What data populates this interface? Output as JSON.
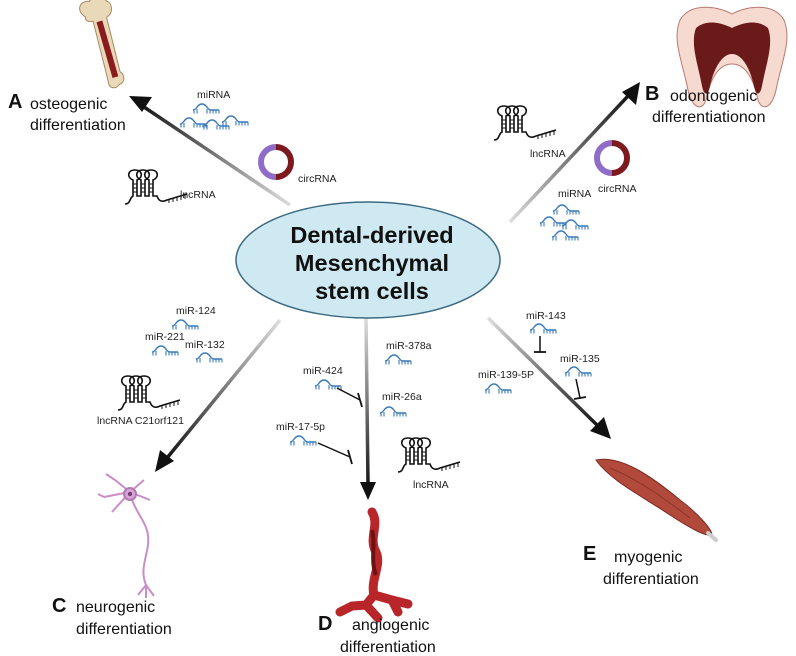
{
  "center": {
    "line1": "Dental-derived",
    "line2": "Mesenchymal",
    "line3": "stem cells",
    "fill_color": "#cfe9f2"
  },
  "panels": {
    "A": {
      "letter": "A",
      "line1": "osteogenic",
      "line2": "differentiation"
    },
    "B": {
      "letter": "B",
      "line1": "odontogenic",
      "line2": "differentiationon"
    },
    "C": {
      "letter": "C",
      "line1": "neurogenic",
      "line2": "differentiation"
    },
    "D": {
      "letter": "D",
      "line1": "angiogenic",
      "line2": "differentiation"
    },
    "E": {
      "letter": "E",
      "line1": "myogenic",
      "line2": "differentiation"
    }
  },
  "labels": {
    "a_mirna": "miRNA",
    "a_circrna": "circRNA",
    "a_lncrna": "lncRNA",
    "b_lncrna": "lncRNA",
    "b_circrna": "circRNA",
    "b_mirna": "miRNA",
    "c_mir124": "miR-124",
    "c_mir221": "miR-221",
    "c_mir132": "miR-132",
    "c_lncrna": "lncRNA C21orf121",
    "d_mir378a": "miR-378a",
    "d_mir424": "miR-424",
    "d_mir26a": "miR-26a",
    "d_mir17": "miR-17-5p",
    "d_lncrna": "lncRNA",
    "e_mir143": "miR-143",
    "e_mir135": "miR-135",
    "e_mir139": "miR-139-5P"
  },
  "icons": [
    "bone-icon",
    "tooth-icon",
    "neuron-icon",
    "blood-vessel-icon",
    "muscle-icon",
    "circrna-icon",
    "lncrna-icon",
    "mirna-icon",
    "inhibition-icon"
  ],
  "colors": {
    "circ_purple": "#8e6cc8",
    "circ_red": "#7d1a1e",
    "mirna_blue": "#3a7ab8",
    "bone": "#ead9b8",
    "tooth_outer": "#f6d9cf",
    "tooth_inner": "#6b1a1a",
    "neuron": "#c98dc9",
    "vessel": "#b8262a",
    "muscle": "#b24a3c"
  }
}
